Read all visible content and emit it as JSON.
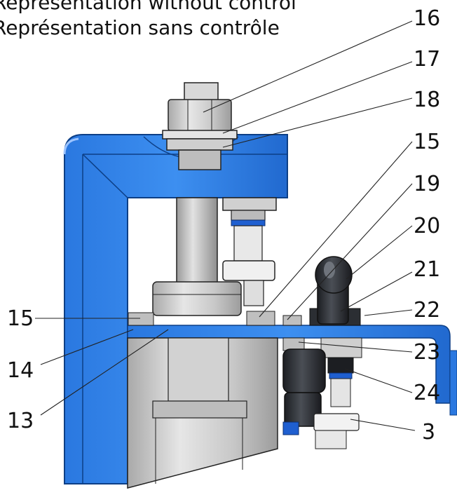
{
  "captions": {
    "line_en": "Représentation without control",
    "line_fr": "Représentation sans contrôle"
  },
  "callouts": [
    "16",
    "17",
    "18",
    "15",
    "19",
    "20",
    "21",
    "22",
    "23",
    "24",
    "3",
    "15",
    "14",
    "13"
  ],
  "colors": {
    "frame_blue": "#2f7fe6",
    "frame_edge": "#0d3f86",
    "steel": "#cfcfcf",
    "dark_fitting": "#2b2e33",
    "tube_blue": "#1f5fd0"
  }
}
